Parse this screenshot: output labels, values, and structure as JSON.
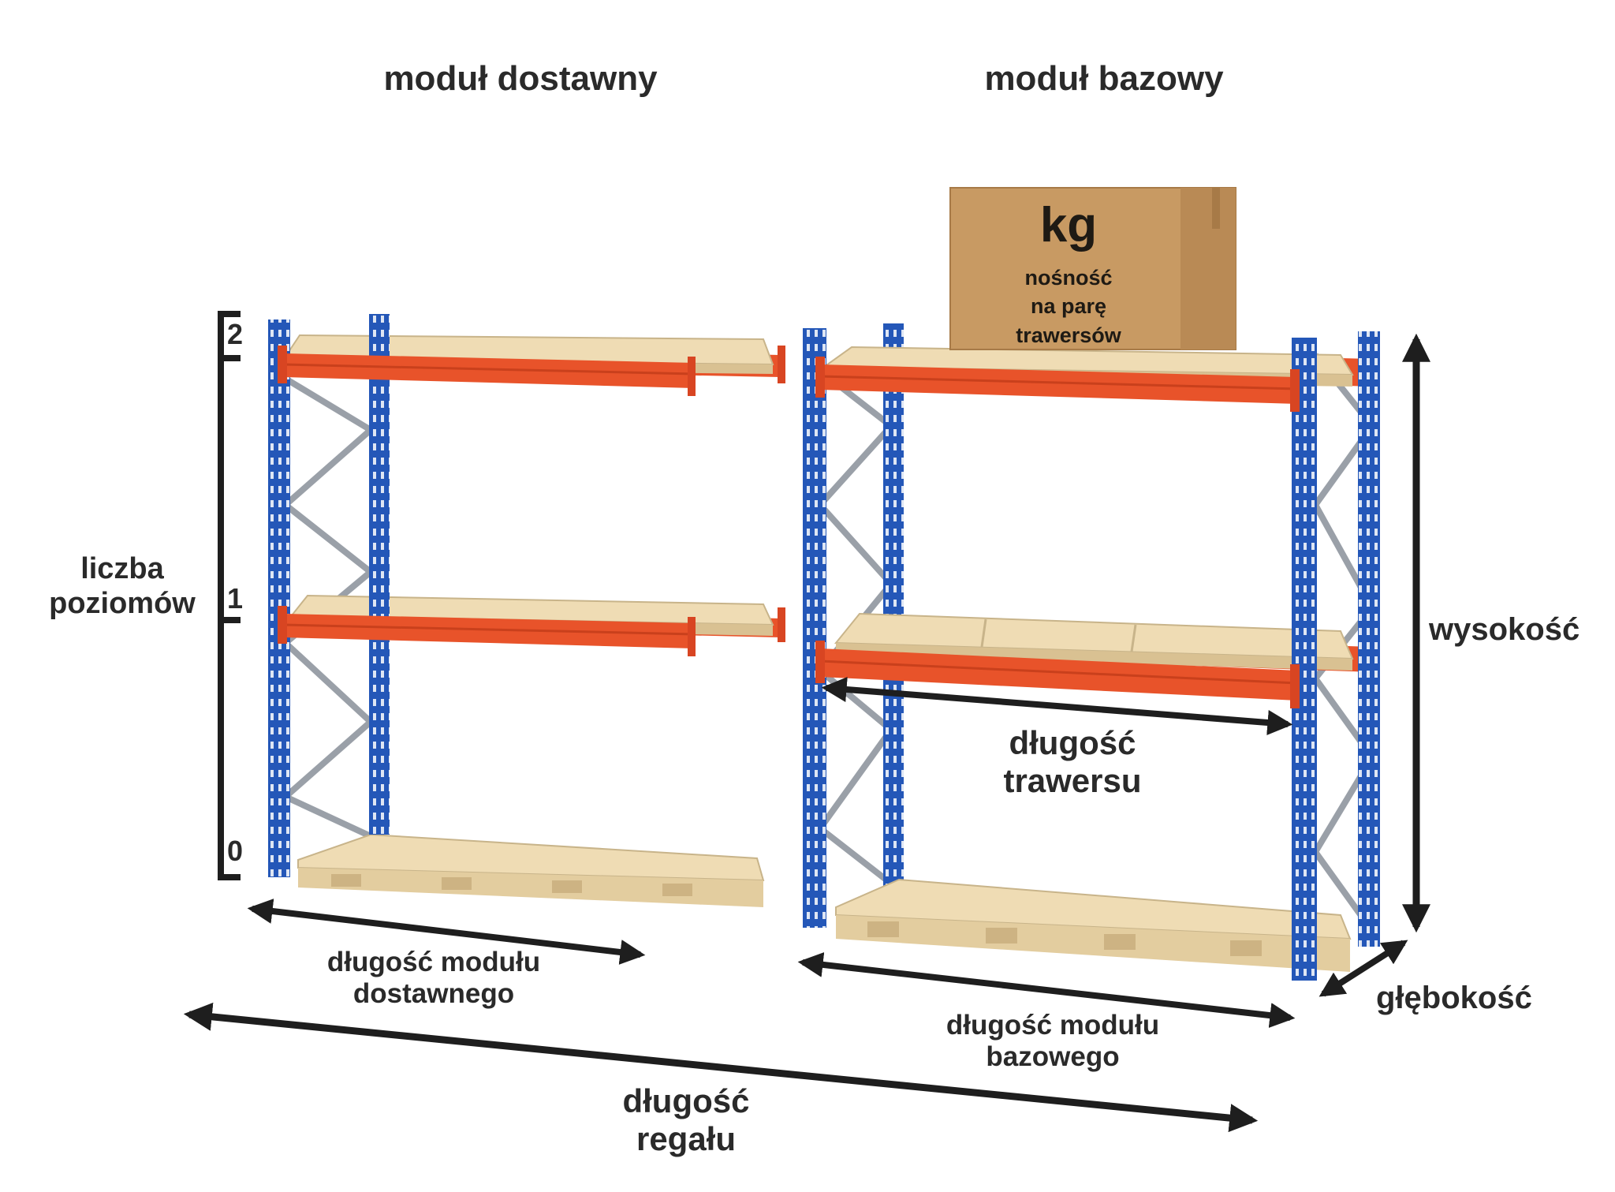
{
  "titles": {
    "add_on_module": "moduł dostawny",
    "base_module": "moduł bazowy"
  },
  "box": {
    "unit": "kg",
    "caption_line1": "nośność",
    "caption_line2": "na parę",
    "caption_line3": "trawersów"
  },
  "levels": {
    "label_line1": "liczba",
    "label_line2": "poziomów",
    "numbers": [
      "0",
      "1",
      "2"
    ]
  },
  "dimensions": {
    "beam_length_line1": "długość",
    "beam_length_line2": "trawersu",
    "height": "wysokość",
    "depth": "głębokość",
    "addon_length_line1": "długość modułu",
    "addon_length_line2": "dostawnego",
    "base_length_line1": "długość modułu",
    "base_length_line2": "bazowego",
    "rack_length_line1": "długość",
    "rack_length_line2": "regału"
  },
  "colors": {
    "upright": "#2457b8",
    "beam": "#e8532a",
    "pallet": "#efdcb4",
    "box": "#c89a63",
    "arrow": "#1e1e1e"
  }
}
